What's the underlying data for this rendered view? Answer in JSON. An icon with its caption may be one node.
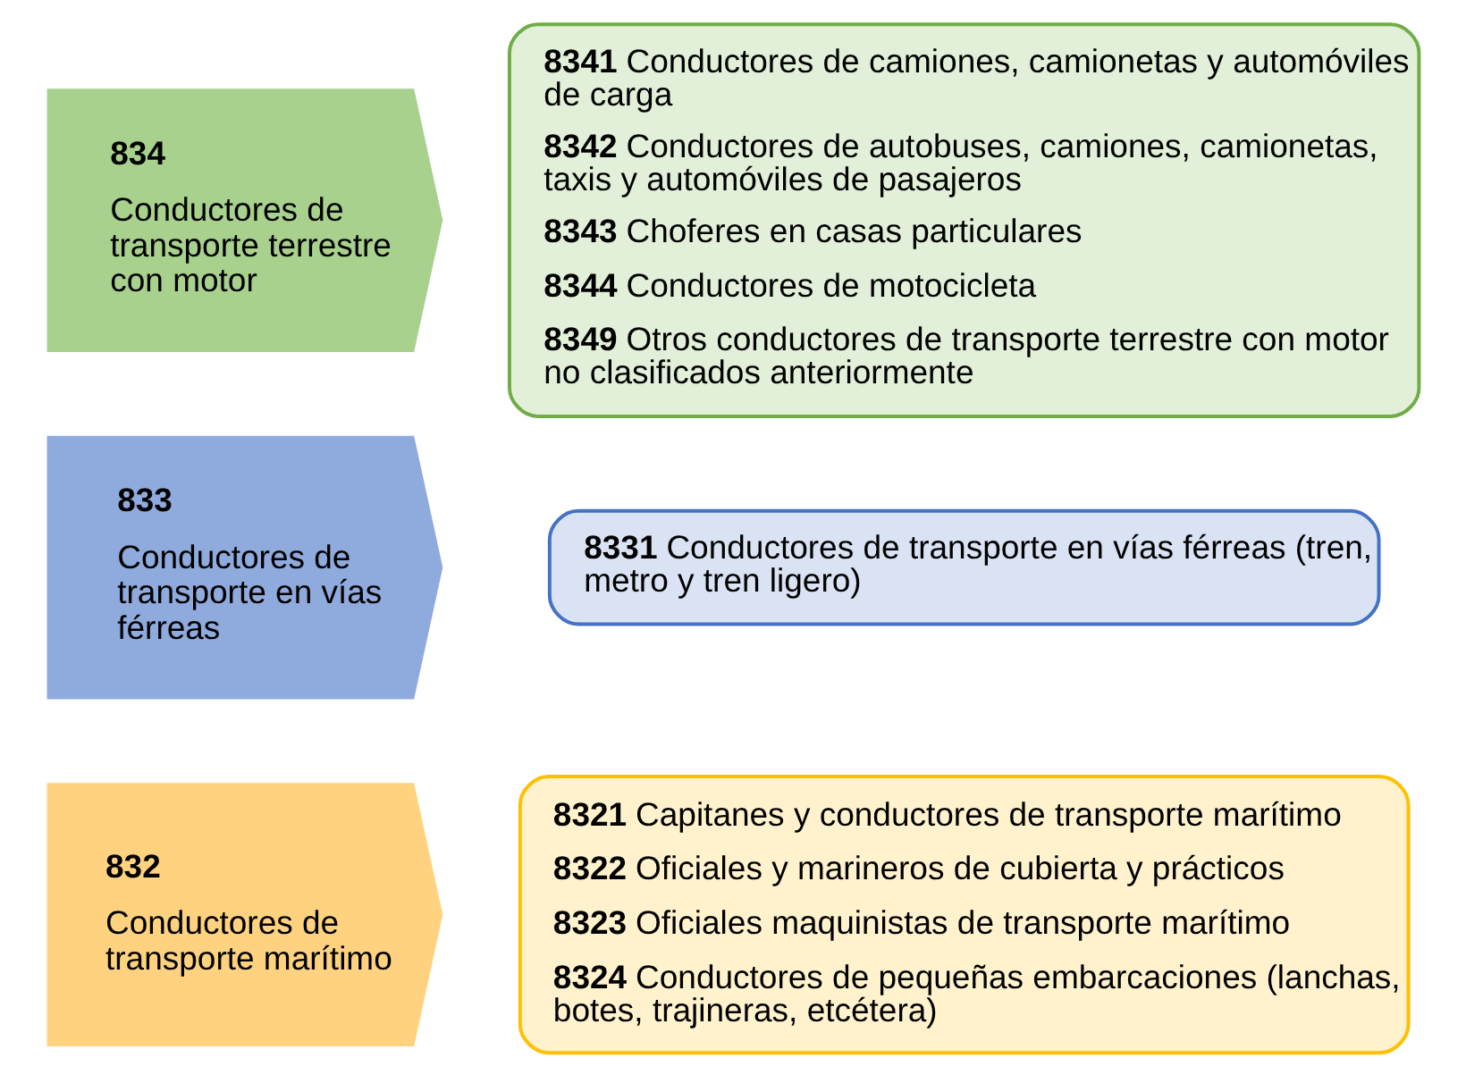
{
  "diagram": {
    "nodes": [
      {
        "text": [
          "832",
          "Conductores de transporte marítimo"
        ]
      },
      {
        "text": [
          "**8321** Capitanes y conductores de transporte marítimo",
          "**8322** Oficiales y marineros de cubierta y prácticos",
          "**8323** Oficiales maquinistas de transporte marítimo",
          "**8324** Conductores de pequeñas embarcaciones (lanchas, botes, trajineras, etcétera)"
        ]
      },
      {
        "text": [
          "833",
          "Conductores de transporte en vías férreas"
        ]
      },
      {
        "text": [
          "**8331** Conductores de transporte en vías férreas (tren, metro y tren ligero)"
        ]
      },
      {
        "text": [
          "834",
          "Conductores de transporte terrestre con motor"
        ]
      },
      {
        "text": [
          "**8341** Conductores de camiones, camionetas y automóviles de carga",
          "**8342** Conductores de autobuses, camiones, camionetas, taxis y automóviles de pasajeros",
          "**8343** Choferes en casas particulares",
          "**8344** Conductores de motocicleta",
          "**8349** Otros conductores de transporte terrestre con motor no clasificados anteriormente"
        ]
      }
    ]
  }
}
